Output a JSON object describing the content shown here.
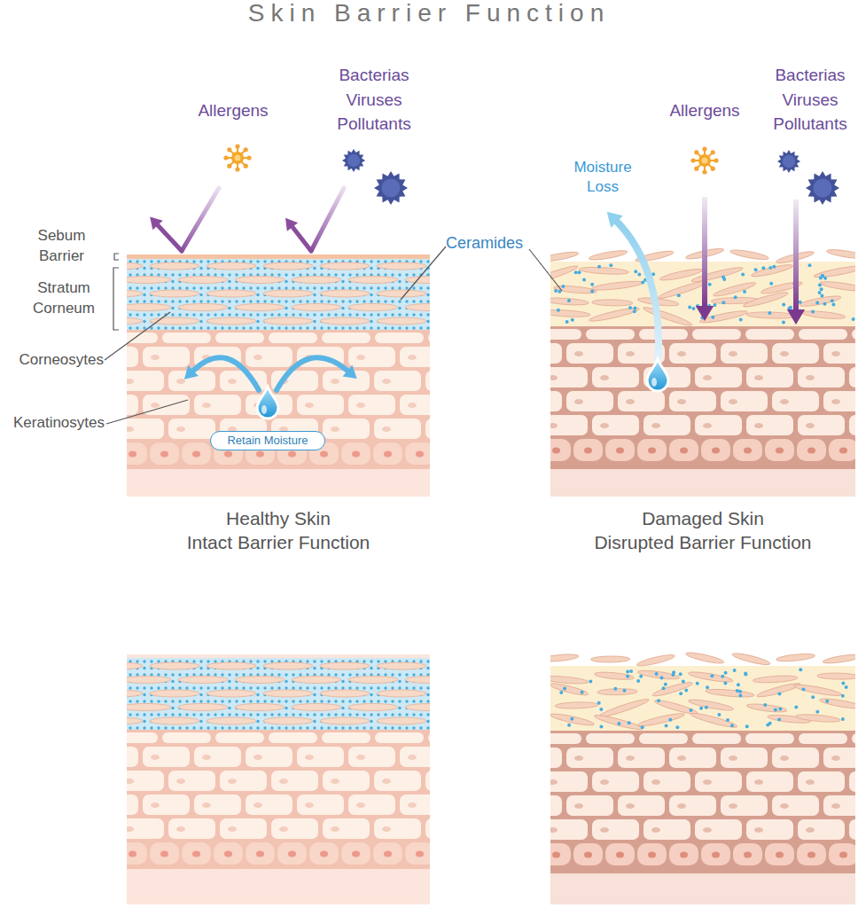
{
  "diagram": {
    "title": "Skin Barrier Function",
    "nodes": [
      {
        "text": [
          "Healthy Skin",
          "Intact Barrier Function"
        ]
      },
      {
        "text": [
          "Retain Moisture"
        ],
        "in": 0
      },
      {
        "text": [
          "Damaged Skin",
          "Disrupted Barrier Function"
        ]
      }
    ],
    "labels": [
      "Allergens",
      "Bacterias Viruses Pollutants",
      "Allergens",
      "Bacterias Viruses Pollutants",
      "Moisture Loss",
      "Sebum Barrier",
      "Ceramides",
      "Stratum Corneum",
      "Corneosytes",
      "Keratinosytes"
    ]
  }
}
